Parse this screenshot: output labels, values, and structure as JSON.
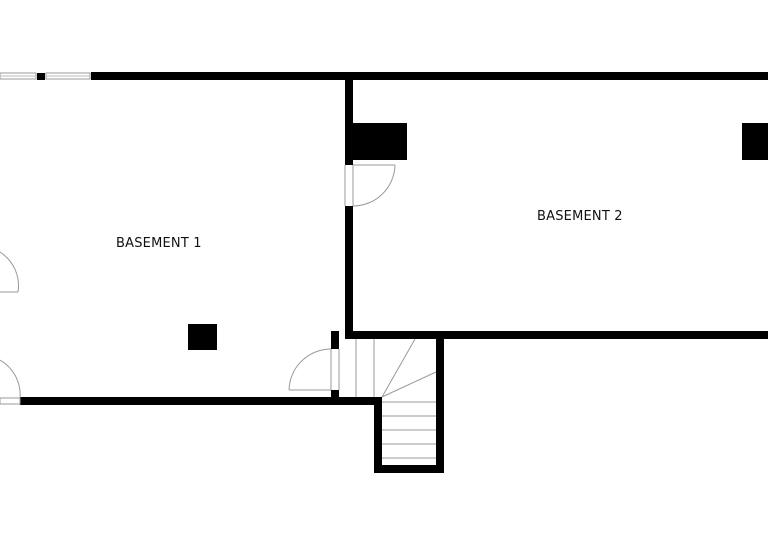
{
  "plan": {
    "rooms": [
      {
        "id": "basement-1",
        "label": "BASEMENT 1"
      },
      {
        "id": "basement-2",
        "label": "BASEMENT 2"
      }
    ],
    "colors": {
      "wall": "#000000",
      "background": "#ffffff",
      "fixture_line": "#999999"
    }
  }
}
